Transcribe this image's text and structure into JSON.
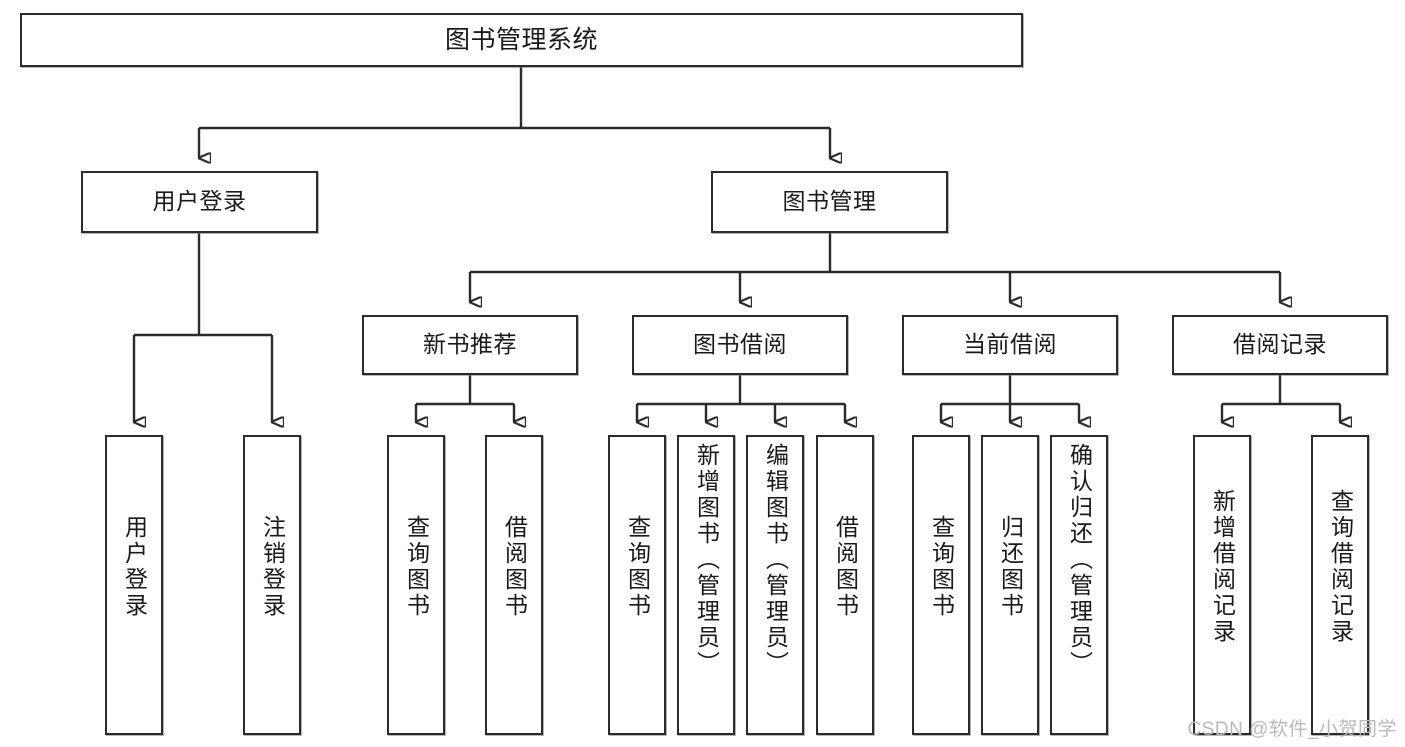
{
  "diagram": {
    "title": "图书管理系统",
    "type": "tree-hierarchy",
    "watermark": "CSDN @软件_小贺同学",
    "colors": {
      "stroke": "#2b2b2b",
      "fill": "#ffffff",
      "text": "#1a1a1a",
      "watermark": "#b9b9b9"
    },
    "root": {
      "label": "图书管理系统"
    },
    "level2": [
      {
        "label": "用户登录"
      },
      {
        "label": "图书管理"
      }
    ],
    "level3": [
      {
        "label": "新书推荐"
      },
      {
        "label": "图书借阅"
      },
      {
        "label": "当前借阅"
      },
      {
        "label": "借阅记录"
      }
    ],
    "leaves": [
      {
        "label": "用户登录",
        "parent": "用户登录"
      },
      {
        "label": "注销登录",
        "parent": "用户登录"
      },
      {
        "label": "查询图书",
        "parent": "新书推荐"
      },
      {
        "label": "借阅图书",
        "parent": "新书推荐"
      },
      {
        "label": "查询图书",
        "parent": "图书借阅"
      },
      {
        "label": "新增图书（管理员）",
        "parent": "图书借阅"
      },
      {
        "label": "编辑图书（管理员）",
        "parent": "图书借阅"
      },
      {
        "label": "借阅图书",
        "parent": "图书借阅"
      },
      {
        "label": "查询图书",
        "parent": "当前借阅"
      },
      {
        "label": "归还图书",
        "parent": "当前借阅"
      },
      {
        "label": "确认归还（管理员）",
        "parent": "当前借阅"
      },
      {
        "label": "新增借阅记录",
        "parent": "借阅记录"
      },
      {
        "label": "查询借阅记录",
        "parent": "借阅记录"
      }
    ]
  }
}
